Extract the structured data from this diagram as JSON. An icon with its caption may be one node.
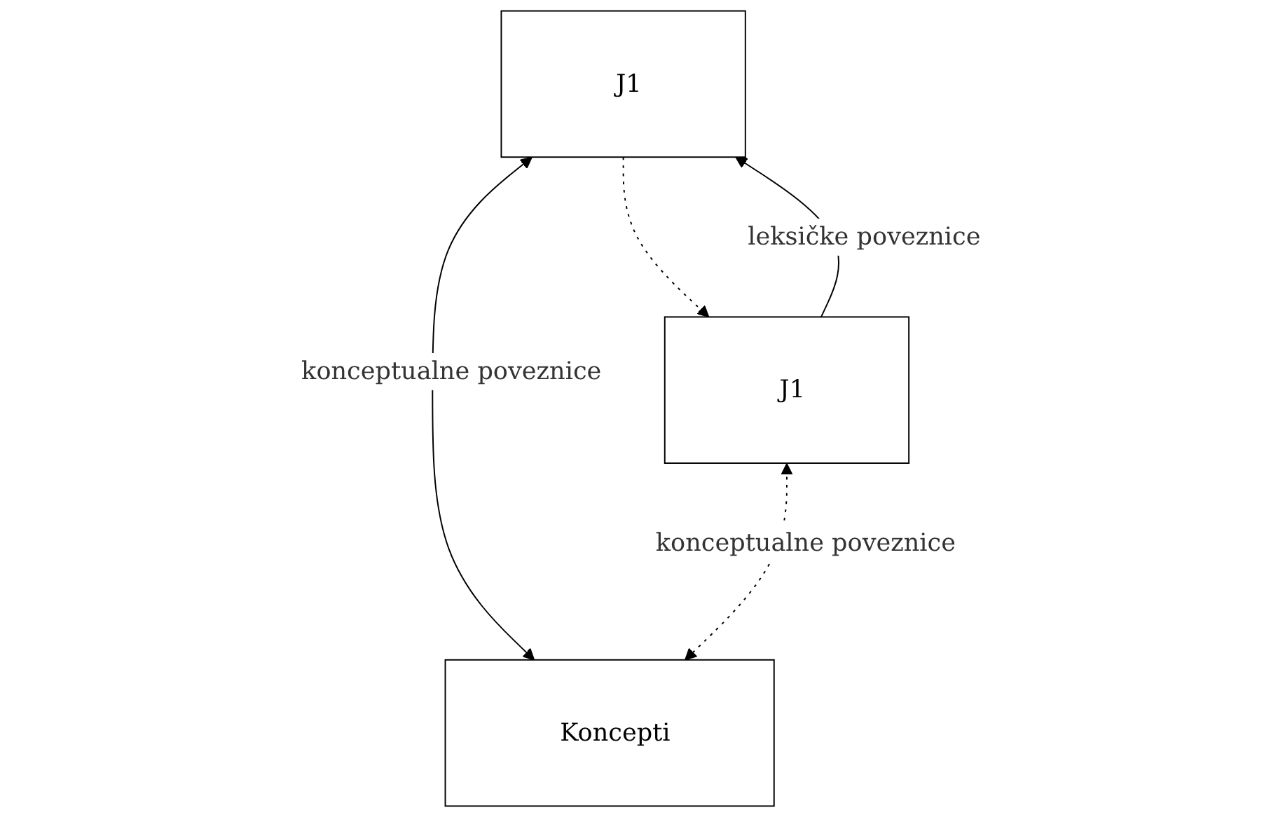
{
  "diagram": {
    "nodes": [
      {
        "text": [
          "J1"
        ]
      },
      {
        "text": [
          "J1"
        ]
      },
      {
        "text": [
          "Koncepti"
        ]
      }
    ],
    "edges": [
      {
        "from": 1,
        "to": 0,
        "arrow": "to",
        "label": "leksičke poveznice"
      },
      {
        "from": 0,
        "to": 1,
        "arrow": "to",
        "style": "dashed"
      },
      {
        "from": 0,
        "to": 2,
        "arrow": "both",
        "label": "konceptualne poveznice"
      },
      {
        "from": 1,
        "to": 2,
        "arrow": "both",
        "style": "dashed",
        "label": "konceptualne poveznice"
      }
    ]
  }
}
